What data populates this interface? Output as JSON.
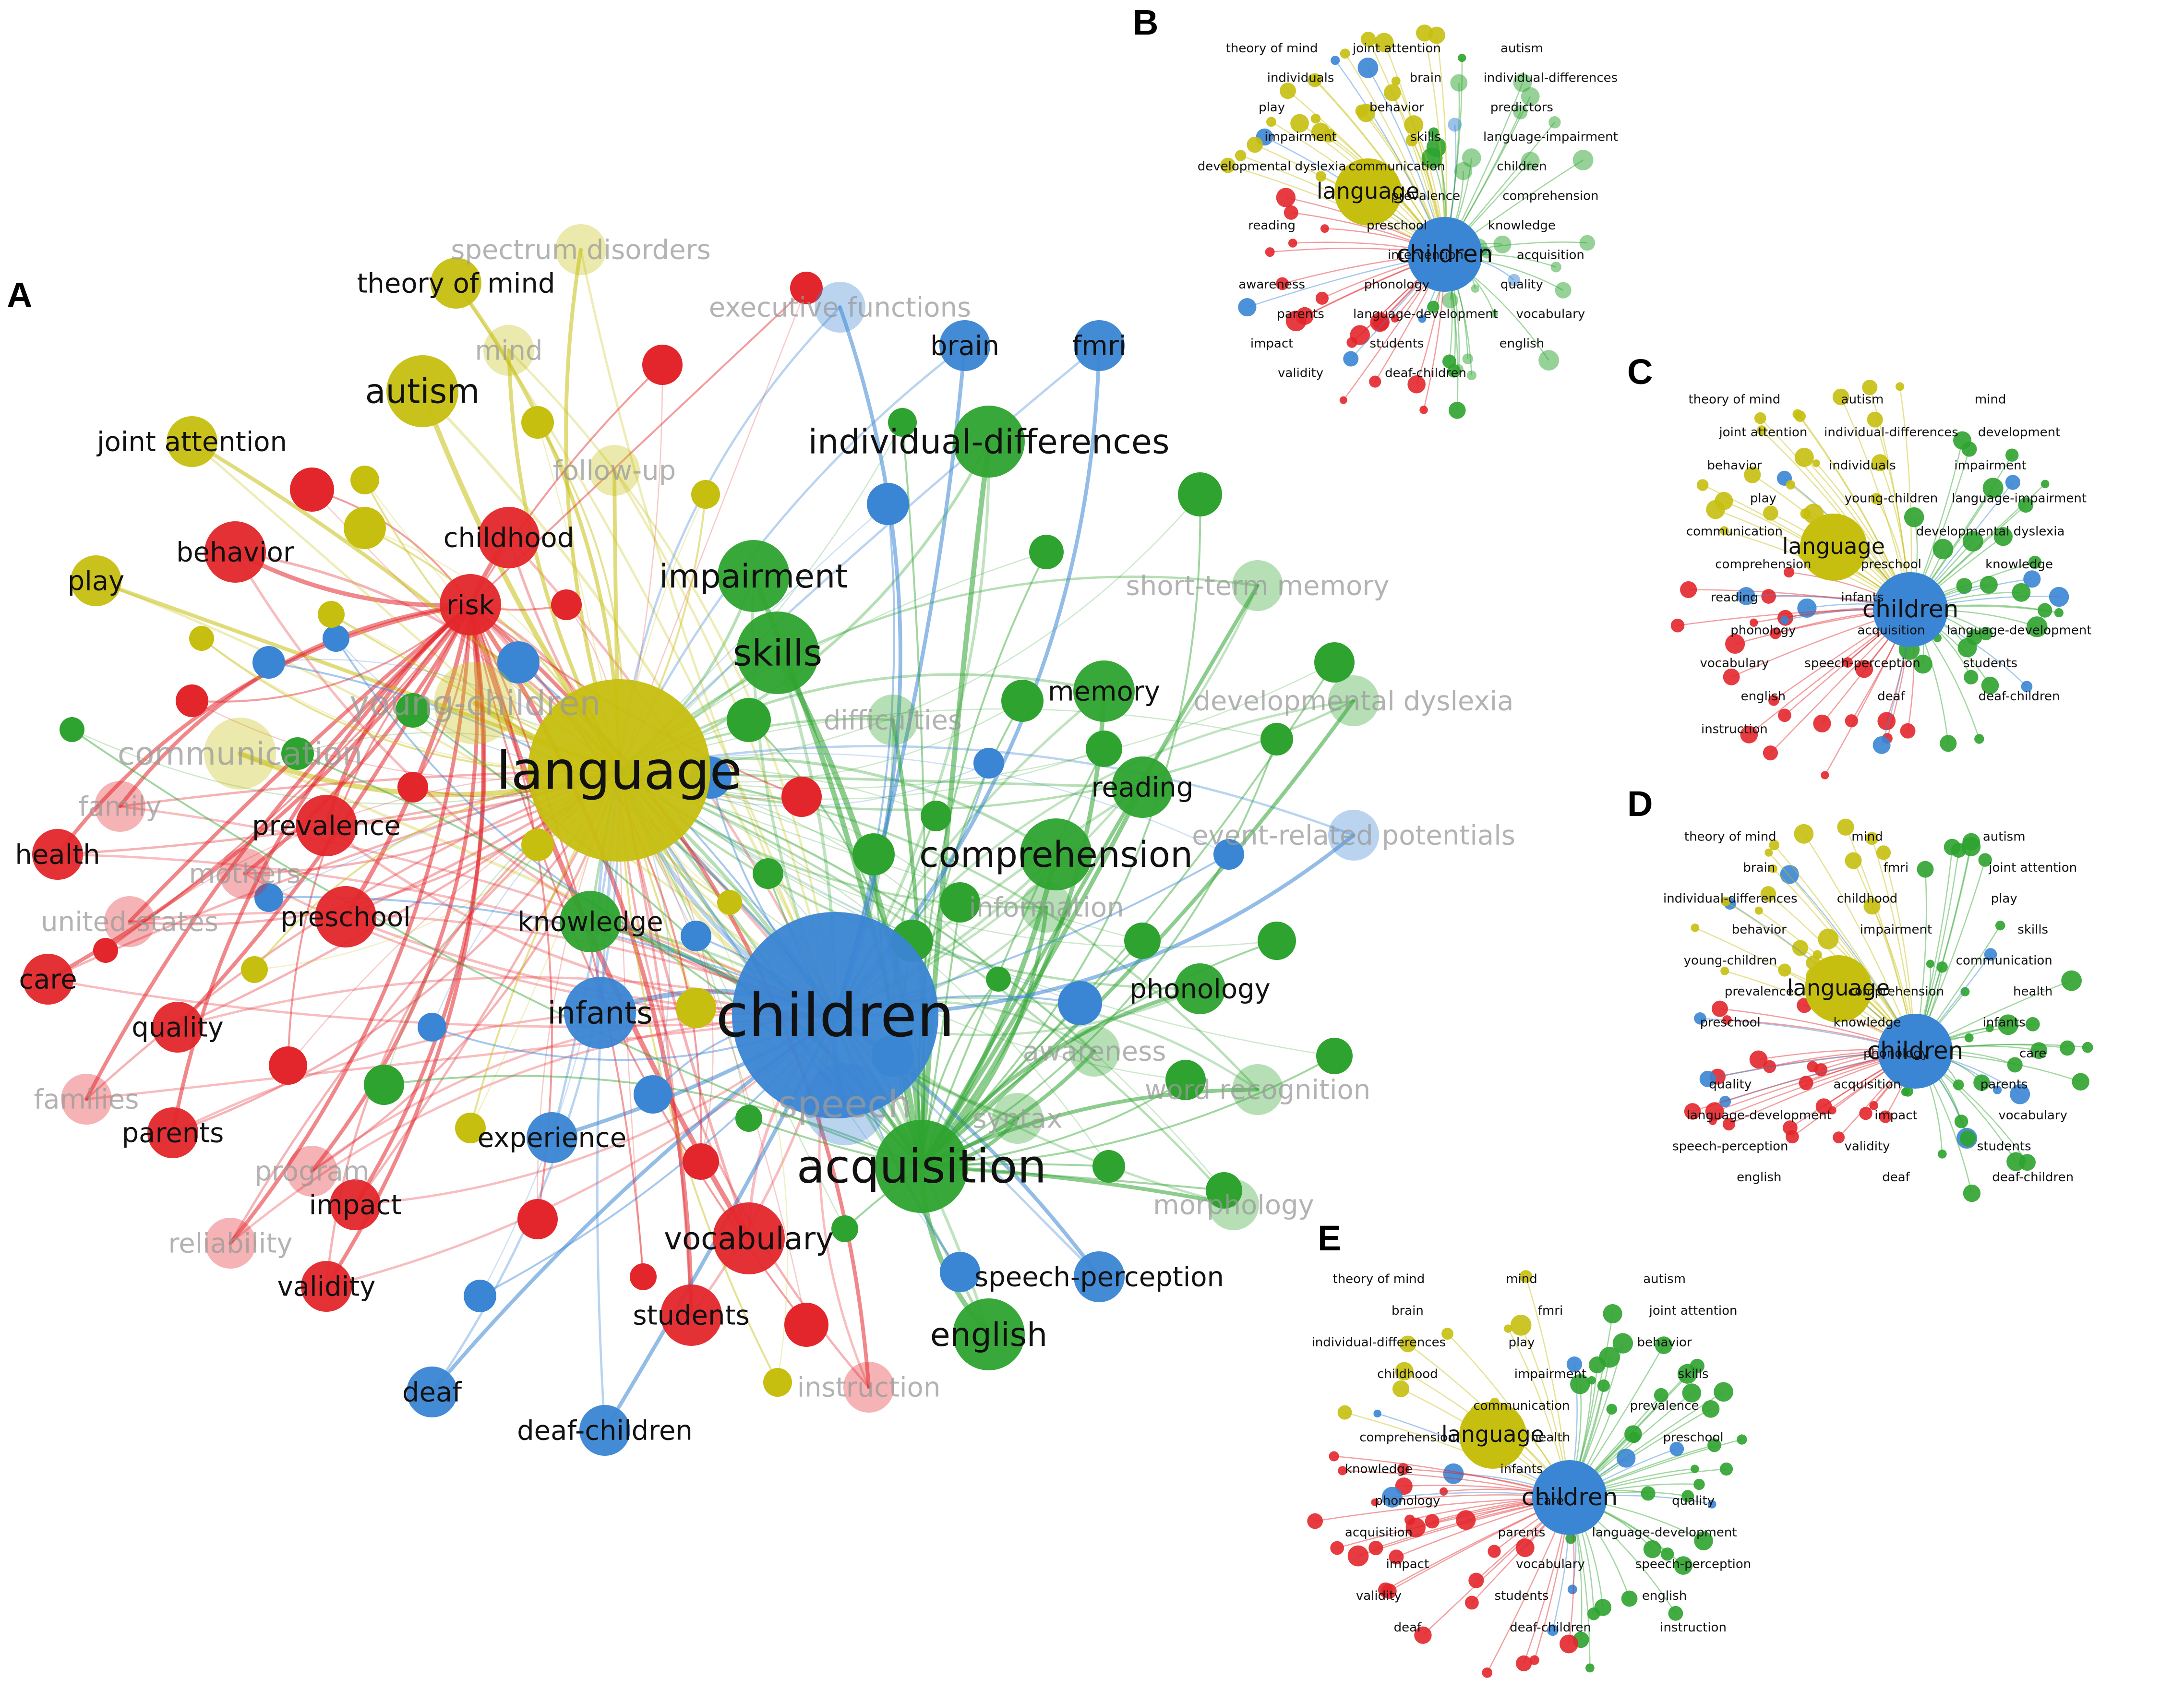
{
  "figure": {
    "panels": [
      {
        "id": "A",
        "letter": "A",
        "cluster_colors": {
          "red": "#e3262b",
          "green": "#2ea32f",
          "blue": "#3a85d4",
          "yellow": "#c7bf10"
        },
        "nodes": [
          {
            "label": "language",
            "cluster": "yellow",
            "size": 10,
            "emphasis": "strong"
          },
          {
            "label": "children",
            "cluster": "blue",
            "size": 10,
            "emphasis": "strong"
          },
          {
            "label": "acquisition",
            "cluster": "green",
            "size": 7,
            "emphasis": "strong"
          },
          {
            "label": "speech",
            "cluster": "blue",
            "size": 6,
            "emphasis": "faded"
          },
          {
            "label": "young-children",
            "cluster": "yellow",
            "size": 6,
            "emphasis": "faded"
          },
          {
            "label": "skills",
            "cluster": "green",
            "size": 6,
            "emphasis": "strong"
          },
          {
            "label": "impairment",
            "cluster": "green",
            "size": 5,
            "emphasis": "strong"
          },
          {
            "label": "autism",
            "cluster": "yellow",
            "size": 5,
            "emphasis": "strong"
          },
          {
            "label": "comprehension",
            "cluster": "green",
            "size": 5,
            "emphasis": "strong"
          },
          {
            "label": "individual-differences",
            "cluster": "green",
            "size": 5,
            "emphasis": "strong"
          },
          {
            "label": "communication",
            "cluster": "yellow",
            "size": 5,
            "emphasis": "faded"
          },
          {
            "label": "infants",
            "cluster": "blue",
            "size": 5,
            "emphasis": "strong"
          },
          {
            "label": "vocabulary",
            "cluster": "red",
            "size": 5,
            "emphasis": "strong"
          },
          {
            "label": "english",
            "cluster": "green",
            "size": 5,
            "emphasis": "strong"
          },
          {
            "label": "prevalence",
            "cluster": "red",
            "size": 4,
            "emphasis": "strong"
          },
          {
            "label": "preschool",
            "cluster": "red",
            "size": 4,
            "emphasis": "strong"
          },
          {
            "label": "knowledge",
            "cluster": "green",
            "size": 4,
            "emphasis": "strong"
          },
          {
            "label": "memory",
            "cluster": "green",
            "size": 4,
            "emphasis": "strong"
          },
          {
            "label": "reading",
            "cluster": "green",
            "size": 4,
            "emphasis": "strong"
          },
          {
            "label": "behavior",
            "cluster": "red",
            "size": 4,
            "emphasis": "strong"
          },
          {
            "label": "childhood",
            "cluster": "red",
            "size": 4,
            "emphasis": "strong"
          },
          {
            "label": "risk",
            "cluster": "red",
            "size": 4,
            "emphasis": "strong"
          },
          {
            "label": "students",
            "cluster": "red",
            "size": 4,
            "emphasis": "strong"
          },
          {
            "label": "experience",
            "cluster": "blue",
            "size": 3,
            "emphasis": "strong"
          },
          {
            "label": "speech-perception",
            "cluster": "blue",
            "size": 3,
            "emphasis": "strong"
          },
          {
            "label": "brain",
            "cluster": "blue",
            "size": 3,
            "emphasis": "strong"
          },
          {
            "label": "fmri",
            "cluster": "blue",
            "size": 3,
            "emphasis": "strong"
          },
          {
            "label": "theory of mind",
            "cluster": "yellow",
            "size": 3,
            "emphasis": "strong"
          },
          {
            "label": "joint attention",
            "cluster": "yellow",
            "size": 3,
            "emphasis": "strong"
          },
          {
            "label": "play",
            "cluster": "yellow",
            "size": 3,
            "emphasis": "strong"
          },
          {
            "label": "health",
            "cluster": "red",
            "size": 3,
            "emphasis": "strong"
          },
          {
            "label": "care",
            "cluster": "red",
            "size": 3,
            "emphasis": "strong"
          },
          {
            "label": "quality",
            "cluster": "red",
            "size": 3,
            "emphasis": "strong"
          },
          {
            "label": "parents",
            "cluster": "red",
            "size": 3,
            "emphasis": "strong"
          },
          {
            "label": "impact",
            "cluster": "red",
            "size": 3,
            "emphasis": "strong"
          },
          {
            "label": "validity",
            "cluster": "red",
            "size": 3,
            "emphasis": "strong"
          },
          {
            "label": "deaf",
            "cluster": "blue",
            "size": 3,
            "emphasis": "strong"
          },
          {
            "label": "deaf-children",
            "cluster": "blue",
            "size": 3,
            "emphasis": "strong"
          },
          {
            "label": "phonology",
            "cluster": "green",
            "size": 3,
            "emphasis": "strong"
          },
          {
            "label": "information",
            "cluster": "green",
            "size": 3,
            "emphasis": "faded"
          },
          {
            "label": "awareness",
            "cluster": "green",
            "size": 3,
            "emphasis": "faded"
          },
          {
            "label": "word recognition",
            "cluster": "green",
            "size": 3,
            "emphasis": "faded"
          },
          {
            "label": "difficulties",
            "cluster": "green",
            "size": 3,
            "emphasis": "faded"
          },
          {
            "label": "follow-up",
            "cluster": "yellow",
            "size": 3,
            "emphasis": "faded"
          },
          {
            "label": "mind",
            "cluster": "yellow",
            "size": 3,
            "emphasis": "faded"
          },
          {
            "label": "spectrum disorders",
            "cluster": "yellow",
            "size": 3,
            "emphasis": "faded"
          },
          {
            "label": "executive functions",
            "cluster": "blue",
            "size": 3,
            "emphasis": "faded"
          },
          {
            "label": "short-term memory",
            "cluster": "green",
            "size": 3,
            "emphasis": "faded"
          },
          {
            "label": "developmental dyslexia",
            "cluster": "green",
            "size": 3,
            "emphasis": "faded"
          },
          {
            "label": "event-related potentials",
            "cluster": "blue",
            "size": 3,
            "emphasis": "faded"
          },
          {
            "label": "family",
            "cluster": "red",
            "size": 3,
            "emphasis": "faded"
          },
          {
            "label": "mothers",
            "cluster": "red",
            "size": 3,
            "emphasis": "faded"
          },
          {
            "label": "united-states",
            "cluster": "red",
            "size": 3,
            "emphasis": "faded"
          },
          {
            "label": "families",
            "cluster": "red",
            "size": 3,
            "emphasis": "faded"
          },
          {
            "label": "program",
            "cluster": "red",
            "size": 3,
            "emphasis": "faded"
          },
          {
            "label": "reliability",
            "cluster": "red",
            "size": 3,
            "emphasis": "faded"
          },
          {
            "label": "instruction",
            "cluster": "red",
            "size": 3,
            "emphasis": "faded"
          },
          {
            "label": "syntax",
            "cluster": "green",
            "size": 3,
            "emphasis": "faded"
          },
          {
            "label": "morphology",
            "cluster": "green",
            "size": 3,
            "emphasis": "faded"
          }
        ]
      },
      {
        "id": "B",
        "letter": "B",
        "labels": [
          "theory of mind",
          "joint attention",
          "autism",
          "individuals",
          "brain",
          "individual-differences",
          "play",
          "behavior",
          "predictors",
          "impairment",
          "skills",
          "language-impairment",
          "developmental dyslexia",
          "communication",
          "children",
          "language",
          "prevalence",
          "comprehension",
          "reading",
          "preschool",
          "knowledge",
          "children",
          "intervention",
          "acquisition",
          "awareness",
          "phonology",
          "quality",
          "parents",
          "language-development",
          "vocabulary",
          "impact",
          "students",
          "english",
          "validity",
          "deaf-children"
        ]
      },
      {
        "id": "C",
        "letter": "C",
        "labels": [
          "theory of mind",
          "autism",
          "mind",
          "joint attention",
          "individual-differences",
          "development",
          "behavior",
          "individuals",
          "impairment",
          "play",
          "young-children",
          "language-impairment",
          "communication",
          "language",
          "developmental dyslexia",
          "comprehension",
          "preschool",
          "knowledge",
          "reading",
          "infants",
          "children",
          "phonology",
          "acquisition",
          "language-development",
          "vocabulary",
          "speech-perception",
          "students",
          "english",
          "deaf",
          "deaf-children",
          "instruction"
        ]
      },
      {
        "id": "D",
        "letter": "D",
        "labels": [
          "theory of mind",
          "mind",
          "autism",
          "brain",
          "fmri",
          "joint attention",
          "individual-differences",
          "childhood",
          "play",
          "behavior",
          "impairment",
          "skills",
          "young-children",
          "language",
          "communication",
          "prevalence",
          "comprehension",
          "health",
          "preschool",
          "knowledge",
          "infants",
          "children",
          "phonology",
          "care",
          "quality",
          "acquisition",
          "parents",
          "language-development",
          "impact",
          "vocabulary",
          "speech-perception",
          "validity",
          "students",
          "english",
          "deaf",
          "deaf-children"
        ]
      },
      {
        "id": "E",
        "letter": "E",
        "labels": [
          "theory of mind",
          "mind",
          "autism",
          "brain",
          "fmri",
          "joint attention",
          "individual-differences",
          "play",
          "behavior",
          "childhood",
          "impairment",
          "skills",
          "language",
          "communication",
          "prevalence",
          "comprehension",
          "health",
          "preschool",
          "knowledge",
          "infants",
          "children",
          "phonology",
          "care",
          "quality",
          "acquisition",
          "parents",
          "language-development",
          "impact",
          "vocabulary",
          "speech-perception",
          "validity",
          "students",
          "english",
          "deaf",
          "deaf-children",
          "instruction"
        ]
      }
    ]
  }
}
